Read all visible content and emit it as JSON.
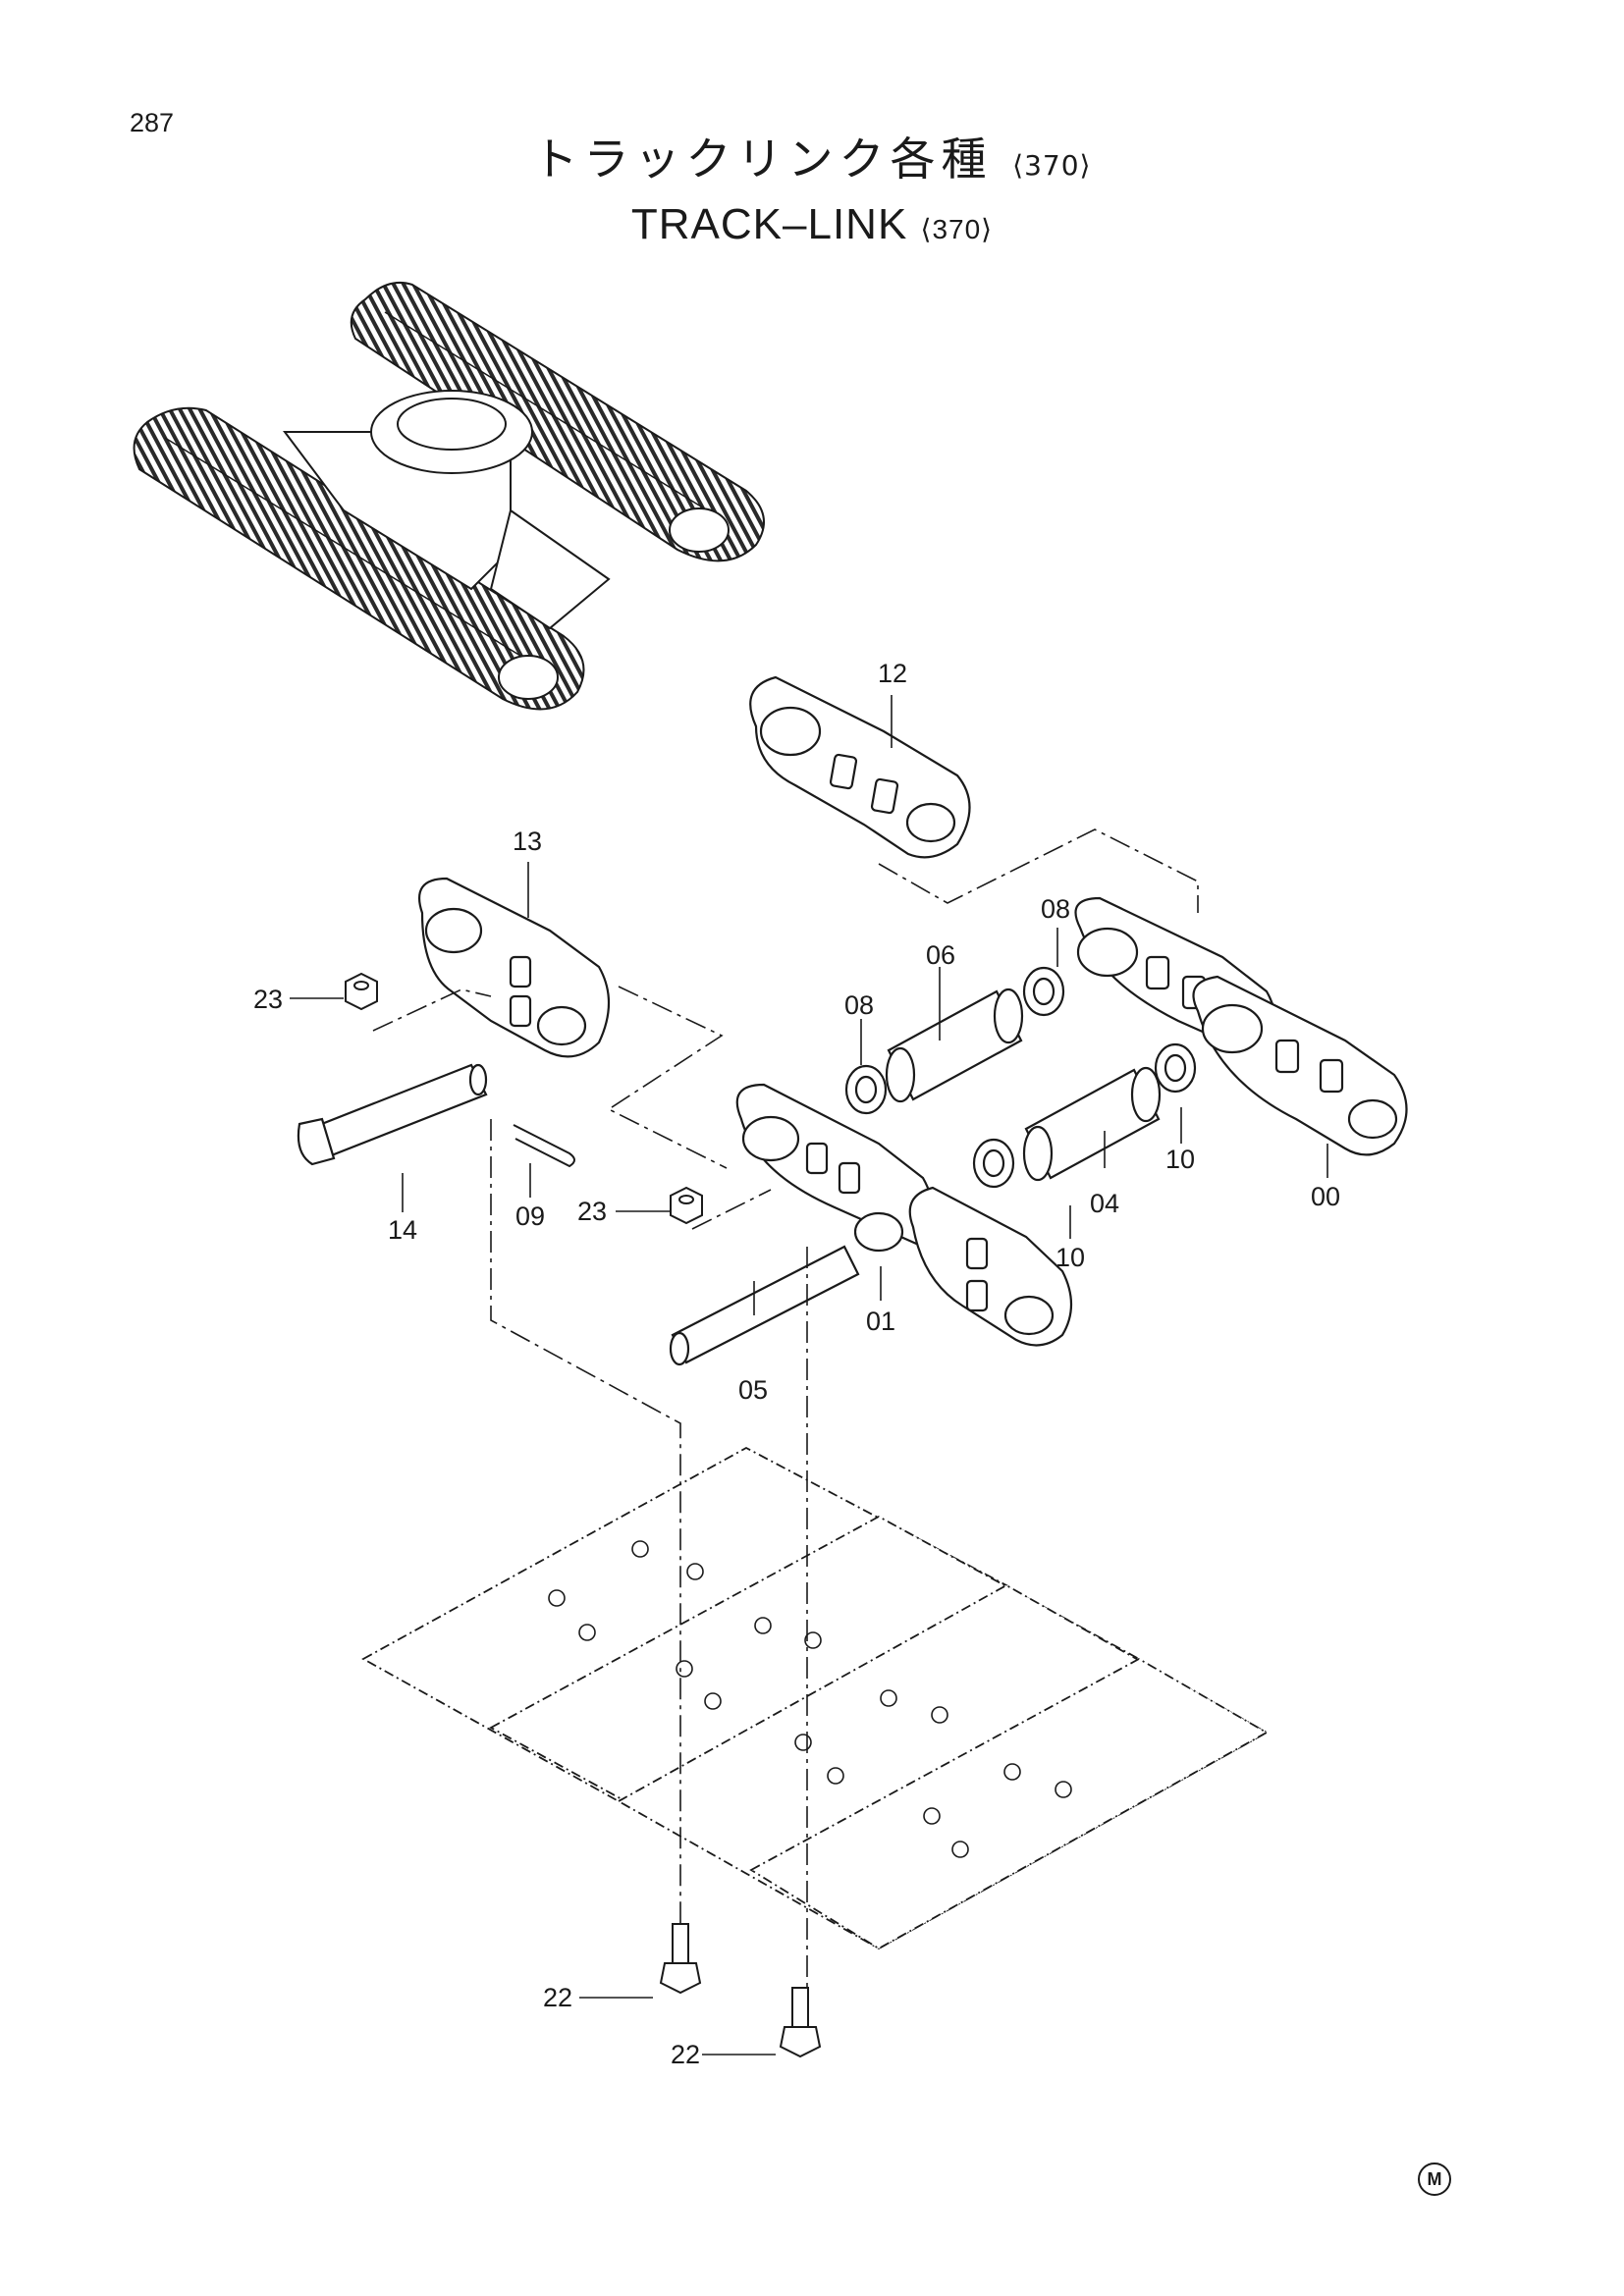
{
  "page_number": "287",
  "title": {
    "jp": "トラックリンク各種",
    "en": "TRACK–LINK",
    "code": "⟨370⟩"
  },
  "callouts": {
    "p00": "00",
    "p01": "01",
    "p04": "04",
    "p05": "05",
    "p06": "06",
    "p08a": "08",
    "p08b": "08",
    "p09": "09",
    "p10a": "10",
    "p10b": "10",
    "p12": "12",
    "p13": "13",
    "p14": "14",
    "p22a": "22",
    "p22b": "22",
    "p23a": "23",
    "p23b": "23"
  },
  "mark": "M"
}
